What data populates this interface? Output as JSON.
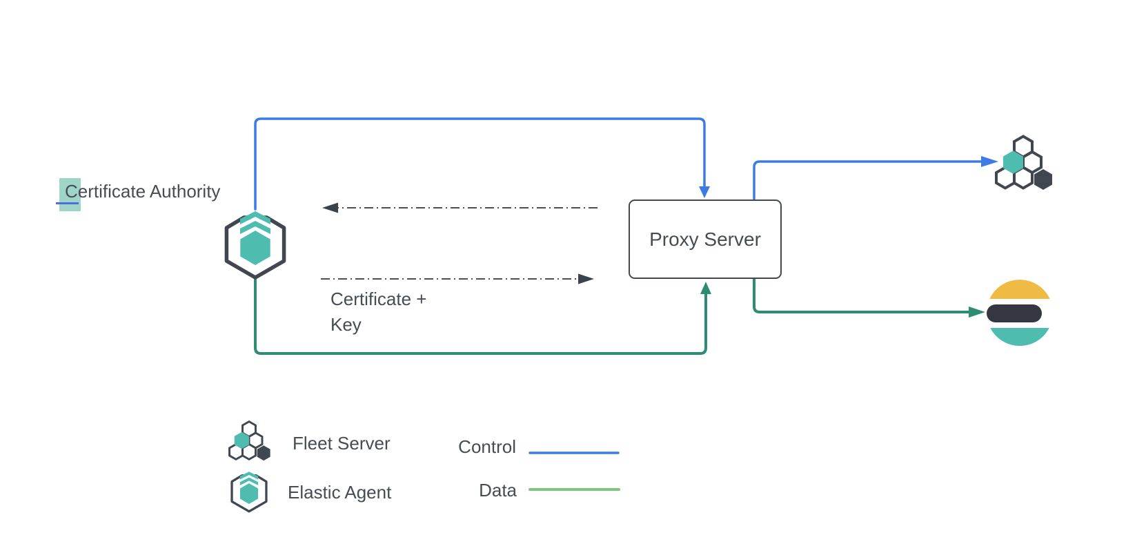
{
  "nodes": {
    "certificate_authority": {
      "first_char": "C",
      "rest": "ertificate Authority"
    },
    "proxy_server": {
      "label": "Proxy Server"
    },
    "certificate_key": {
      "label": "Certificate +\nKey"
    }
  },
  "icons": {
    "left_node": "elastic-agent-icon",
    "top_right_node": "fleet-server-icon",
    "bottom_right_node": "elasticsearch-logo"
  },
  "connectors": {
    "control": {
      "label": "Control",
      "color": "#3c7ce2"
    },
    "data": {
      "label": "Data",
      "color": "#2e8c74"
    },
    "certificate_exchange": {
      "style": "dash-dot",
      "color": "#4a4e57"
    }
  },
  "legend": {
    "items": [
      {
        "icon": "fleet-server-icon",
        "label": "Fleet Server"
      },
      {
        "icon": "elastic-agent-icon",
        "label": "Elastic Agent"
      }
    ],
    "lines": [
      {
        "label": "Control",
        "color": "#3c7ce2"
      },
      {
        "label": "Data",
        "color": "#7cc67a"
      }
    ]
  },
  "colors": {
    "control_blue": "#3c7ce2",
    "data_green": "#2e8c74",
    "legend_data_green": "#7cc67a",
    "teal": "#4ebdb0",
    "slate": "#414751",
    "elastic_yellow": "#f0bb45",
    "elastic_dark": "#343741",
    "text": "#474c54",
    "dashed_gray": "#4a4e57",
    "selection_highlight": "#9fd4c9",
    "text_cursor_blue": "#4d6ee0"
  }
}
